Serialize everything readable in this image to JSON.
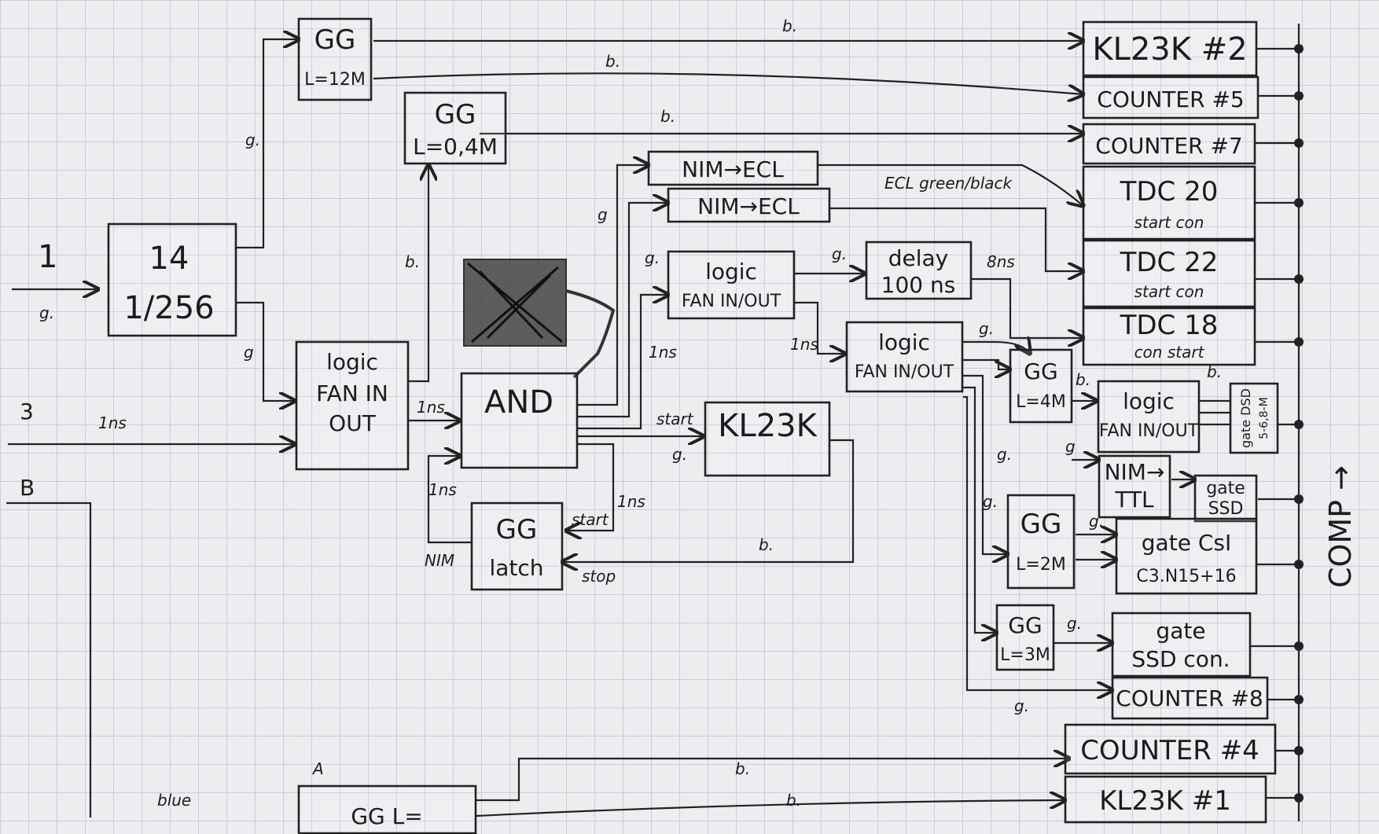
{
  "inputs": {
    "in1": "1",
    "in1_sig": "g.",
    "in3": "3",
    "in3_sig": "1ns",
    "inB": "B",
    "blue": "blue",
    "a_mark": "A"
  },
  "boxes": {
    "div": {
      "l1": "14",
      "l2": "1/256"
    },
    "gg1": {
      "l1": "GG",
      "l2": "L=12M"
    },
    "gg2": {
      "l1": "GG",
      "l2": "L=0,4M"
    },
    "logic1": {
      "l1": "logic",
      "l2": "FAN IN",
      "l3": "OUT"
    },
    "and": {
      "l1": "AND"
    },
    "ggbottom": {
      "l1": "GG",
      "l2": "latch"
    },
    "nimecl1": {
      "l1": "NIM→ECL"
    },
    "nimecl2": {
      "l1": "NIM→ECL"
    },
    "logic2": {
      "l1": "logic",
      "l2": "FAN IN/OUT"
    },
    "delay": {
      "l1": "delay",
      "l2": "100 ns"
    },
    "kl23k_mid": {
      "l1": "KL23K"
    },
    "logic3": {
      "l1": "logic",
      "l2": "FAN IN/OUT"
    },
    "gg4": {
      "l1": "GG",
      "l2": "L=4M"
    },
    "logic4": {
      "l1": "logic",
      "l2": "FAN IN/OUT"
    },
    "gatedsd": {
      "l1": "gate DSD",
      "l2": "5-6,8-M"
    },
    "nimttl": {
      "l1": "NIM→",
      "l2": "TTL"
    },
    "gatessd": {
      "l1": "gate",
      "l2": "SSD"
    },
    "gg5": {
      "l1": "GG",
      "l2": "L=2M"
    },
    "gatecsi": {
      "l1": "gate CsI",
      "l2": "C3.N15+16"
    },
    "gg6": {
      "l1": "GG",
      "l2": "L=3M"
    },
    "gatessdcon": {
      "l1": "gate",
      "l2": "SSD con."
    },
    "ggblue": {
      "l1": "GG L="
    }
  },
  "rack": [
    {
      "label": "KL23K #2"
    },
    {
      "label": "COUNTER #5"
    },
    {
      "label": "COUNTER #7"
    },
    {
      "label": "TDC 20",
      "sub": "start con"
    },
    {
      "label": "TDC 22",
      "sub": "start con"
    },
    {
      "label": "TDC 18",
      "sub": "con start"
    },
    {
      "label": "COUNTER #8"
    },
    {
      "label": "COUNTER #4"
    },
    {
      "label": "KL23K #1"
    }
  ],
  "bus": {
    "label": "COMP →"
  },
  "wire_labels": {
    "b1": "b.",
    "b2": "b.",
    "b3": "b.",
    "b4": "b.",
    "b5": "b.",
    "b6": "b.",
    "b7": "b.",
    "b8": "b.",
    "b9": "b.",
    "g1": "g.",
    "g2": "g",
    "g3": "g",
    "g4": "g.",
    "g5": "g.",
    "g6": "g.",
    "g7": "g.",
    "g8": "g",
    "g9": "g.",
    "g10": "g.",
    "g11": "g.",
    "g12": "g.",
    "g13": "g.",
    "ns1": "1ns",
    "ns2": "1ns",
    "ns3": "1ns",
    "ns4": "1ns",
    "ns5": "1ns",
    "ns8": "8ns",
    "start": "start",
    "start2": "start",
    "stop": "stop",
    "nim": "NIM",
    "ecl": "ECL green/black"
  }
}
